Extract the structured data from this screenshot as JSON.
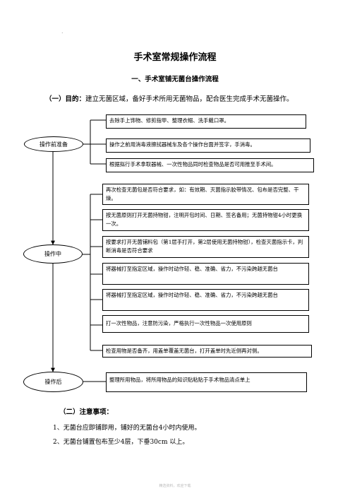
{
  "header_mark": ".",
  "title": "手术室常规操作流程",
  "subtitle": "一、手术室铺无菌台操作流程",
  "purpose": {
    "label": "（一）目的：",
    "text": "建立无菌区域，备好手术所用无菌物品，配合医生完成手术无菌操作。"
  },
  "stages": {
    "before": "操作前准备",
    "during": "操作中",
    "after": "操作后"
  },
  "before_steps": [
    "去除手上饰物、修剪指甲、整理衣帽、洗手戴口罩。",
    "操作之前用消毒液擦拭器械车及各个操作台面并签字，手消毒。",
    "根据拟行手术拿取器械、一次性物品同时检查物品是否可用推至手术间。"
  ],
  "during_steps": [
    "再次检查无菌包是否符合要求，如：有效期、灭菌指示胶带情况、包布是否完整、干燥。",
    "按无菌原则打开无菌持物钳，注明开包时间、日期、签名备用；无菌持物钳4小时更换一次。",
    "按要求打开无菌铺料包（第1层手打开，第2层使用无菌持物钳），检查灭菌指示卡，判断消毒是否符合要求",
    "将器械打至指定区域，操作时动作轻、稳、准确、省力，不污染跨越无菌台",
    "将器械打至指定区域，操作时动作轻、稳、准确、省力，不污染跨越无菌台",
    "打一次性物品，注意防污染，严格执行一次性物品一次使用原则",
    "检查用物是否备齐，用盖单覆盖无菌台，打开盖单时先近侧再对侧。"
  ],
  "after_steps": [
    "整理所用物品，将所用物品的知识贴粘贴于手术物品清点单上"
  ],
  "notes": {
    "heading": "（二）注意事项：",
    "items": [
      "1、无菌台应即铺即用，铺好的无菌台4小时内使用。",
      "2、无菌台铺置包布至少4层，下垂30cm 以上。"
    ]
  },
  "footer": "精选资料，欢迎下载"
}
